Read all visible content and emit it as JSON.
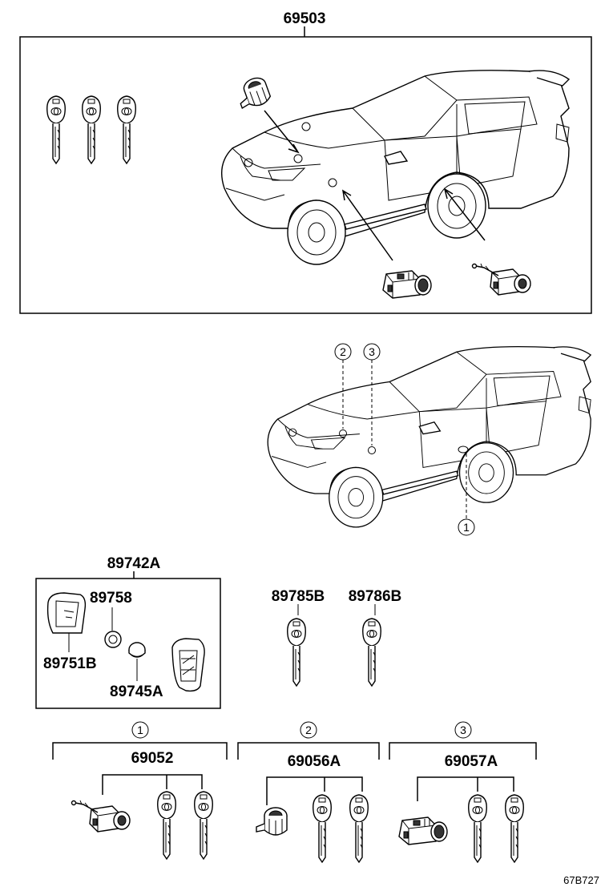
{
  "diagram": {
    "parts": {
      "kit_top": "69503",
      "transponder_kit": "89742A",
      "battery_cover": "89758",
      "case": "89751B",
      "battery": "89745A",
      "key_a": "89785B",
      "key_b": "89786B",
      "set_1": "69052",
      "set_2": "69056A",
      "set_3": "69057A"
    },
    "callouts": {
      "c1": "1",
      "c2": "2",
      "c3": "3"
    },
    "drawing_code": "67B727"
  }
}
